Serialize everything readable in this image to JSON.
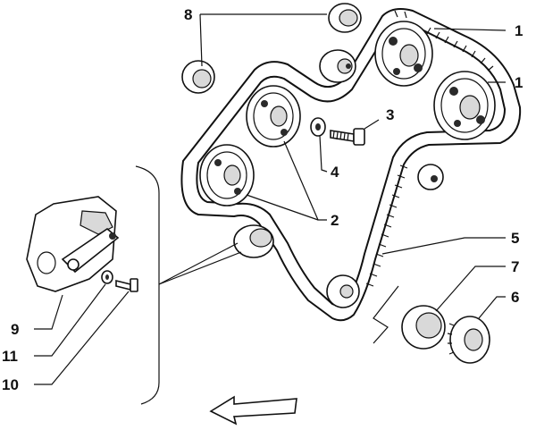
{
  "diagram": {
    "callouts": [
      {
        "id": "c8",
        "label": "8"
      },
      {
        "id": "c1a",
        "label": "1"
      },
      {
        "id": "c1b",
        "label": "1"
      },
      {
        "id": "c3",
        "label": "3"
      },
      {
        "id": "c4",
        "label": "4"
      },
      {
        "id": "c2",
        "label": "2"
      },
      {
        "id": "c5",
        "label": "5"
      },
      {
        "id": "c7",
        "label": "7"
      },
      {
        "id": "c6",
        "label": "6"
      },
      {
        "id": "c9",
        "label": "9"
      },
      {
        "id": "c11",
        "label": "11"
      },
      {
        "id": "c10",
        "label": "10"
      }
    ],
    "colors": {
      "ink": "#111111",
      "background": "#ffffff",
      "shade": "#d9d9d9"
    },
    "arrow_icon": "direction-arrow-icon"
  }
}
